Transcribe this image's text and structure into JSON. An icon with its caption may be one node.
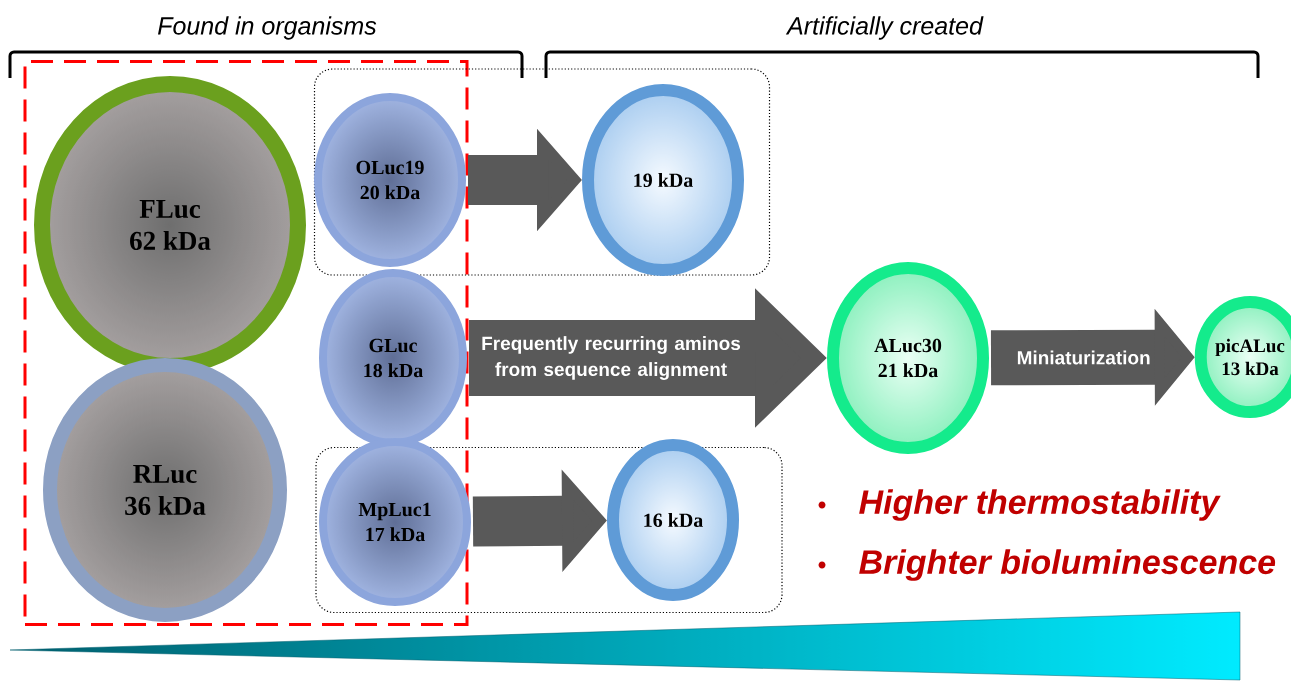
{
  "diagram": {
    "nodes": [
      {
        "text": [],
        "shape": "box"
      },
      {
        "text": [
          "FLuc",
          "62 kDa"
        ],
        "in": 0
      },
      {
        "text": [
          "RLuc",
          "36 kDa"
        ],
        "in": 0
      },
      {
        "text": [],
        "shape": "box"
      },
      {
        "text": [
          "OLuc19",
          "20 kDa"
        ]
      },
      {
        "text": [
          "19 kDa"
        ],
        "in": 3
      },
      {
        "text": [
          "GLuc",
          "18 kDa"
        ],
        "in": 0
      },
      {
        "text": [
          "ALuc30",
          "21 kDa"
        ]
      },
      {
        "text": [
          "picALuc",
          "13 kDa"
        ]
      },
      {
        "text": [],
        "shape": "box"
      },
      {
        "text": [
          "MpLuc1",
          "17 kDa"
        ]
      },
      {
        "text": [
          "16 kDa"
        ],
        "in": 9
      }
    ],
    "edges": [
      {
        "from": 4,
        "to": 5,
        "arrow": "to"
      },
      {
        "from": 6,
        "to": 7,
        "arrow": "to",
        "label": "Frequently recurring aminos from sequence alignment"
      },
      {
        "from": 7,
        "to": 8,
        "arrow": "to",
        "label": "Miniaturization"
      },
      {
        "from": 10,
        "to": 11,
        "arrow": "to"
      }
    ],
    "labels": [
      "Found in organisms",
      "Artificially created",
      "Higher thermostability",
      "Brighter bioluminescence"
    ]
  }
}
